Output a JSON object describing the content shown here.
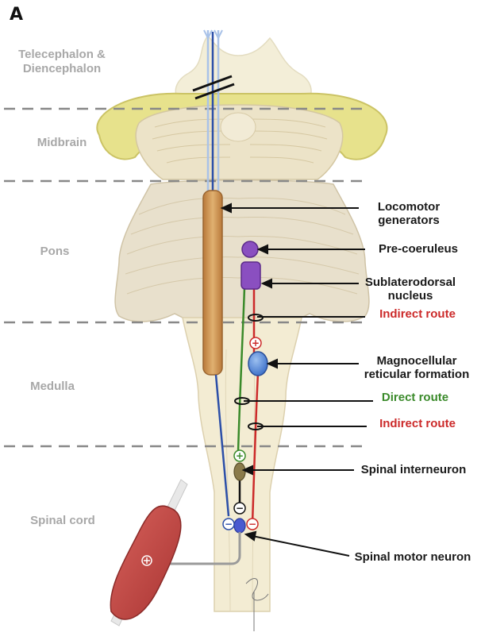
{
  "panel_label": "A",
  "regions": {
    "telencephalon": "Telecephalon &\nDiencephalon",
    "midbrain": "Midbrain",
    "pons": "Pons",
    "medulla": "Medulla",
    "spinal_cord": "Spinal cord"
  },
  "labels": {
    "locomotor": "Locomotor\ngenerators",
    "pre_coeruleus": "Pre-coeruleus",
    "sublaterodorsal": "Sublaterodorsal\nnucleus",
    "indirect_route_1": "Indirect route",
    "magnocellular": "Magnocellular\nreticular formation",
    "direct_route": "Direct route",
    "indirect_route_2": "Indirect route",
    "spinal_interneuron": "Spinal interneuron",
    "spinal_motor_neuron": "Spinal motor neuron"
  },
  "signs": {
    "plus": "+",
    "minus": "−"
  },
  "colors": {
    "region_text": "#a8a8a8",
    "label_text": "#1a1a1a",
    "indirect": "#cc2a2a",
    "direct": "#3a8a2a",
    "blue_path": "#2c4fa8",
    "brainstem_fill": "#f2ecd2",
    "midbrain_ring": "#e6e28c",
    "generator": "#c98f4a",
    "nucleus_purple": "#8a4fc0",
    "magno_blue": "#4a7fd0",
    "interneuron": "#8a7a4a",
    "muscle": "#c64a46"
  }
}
